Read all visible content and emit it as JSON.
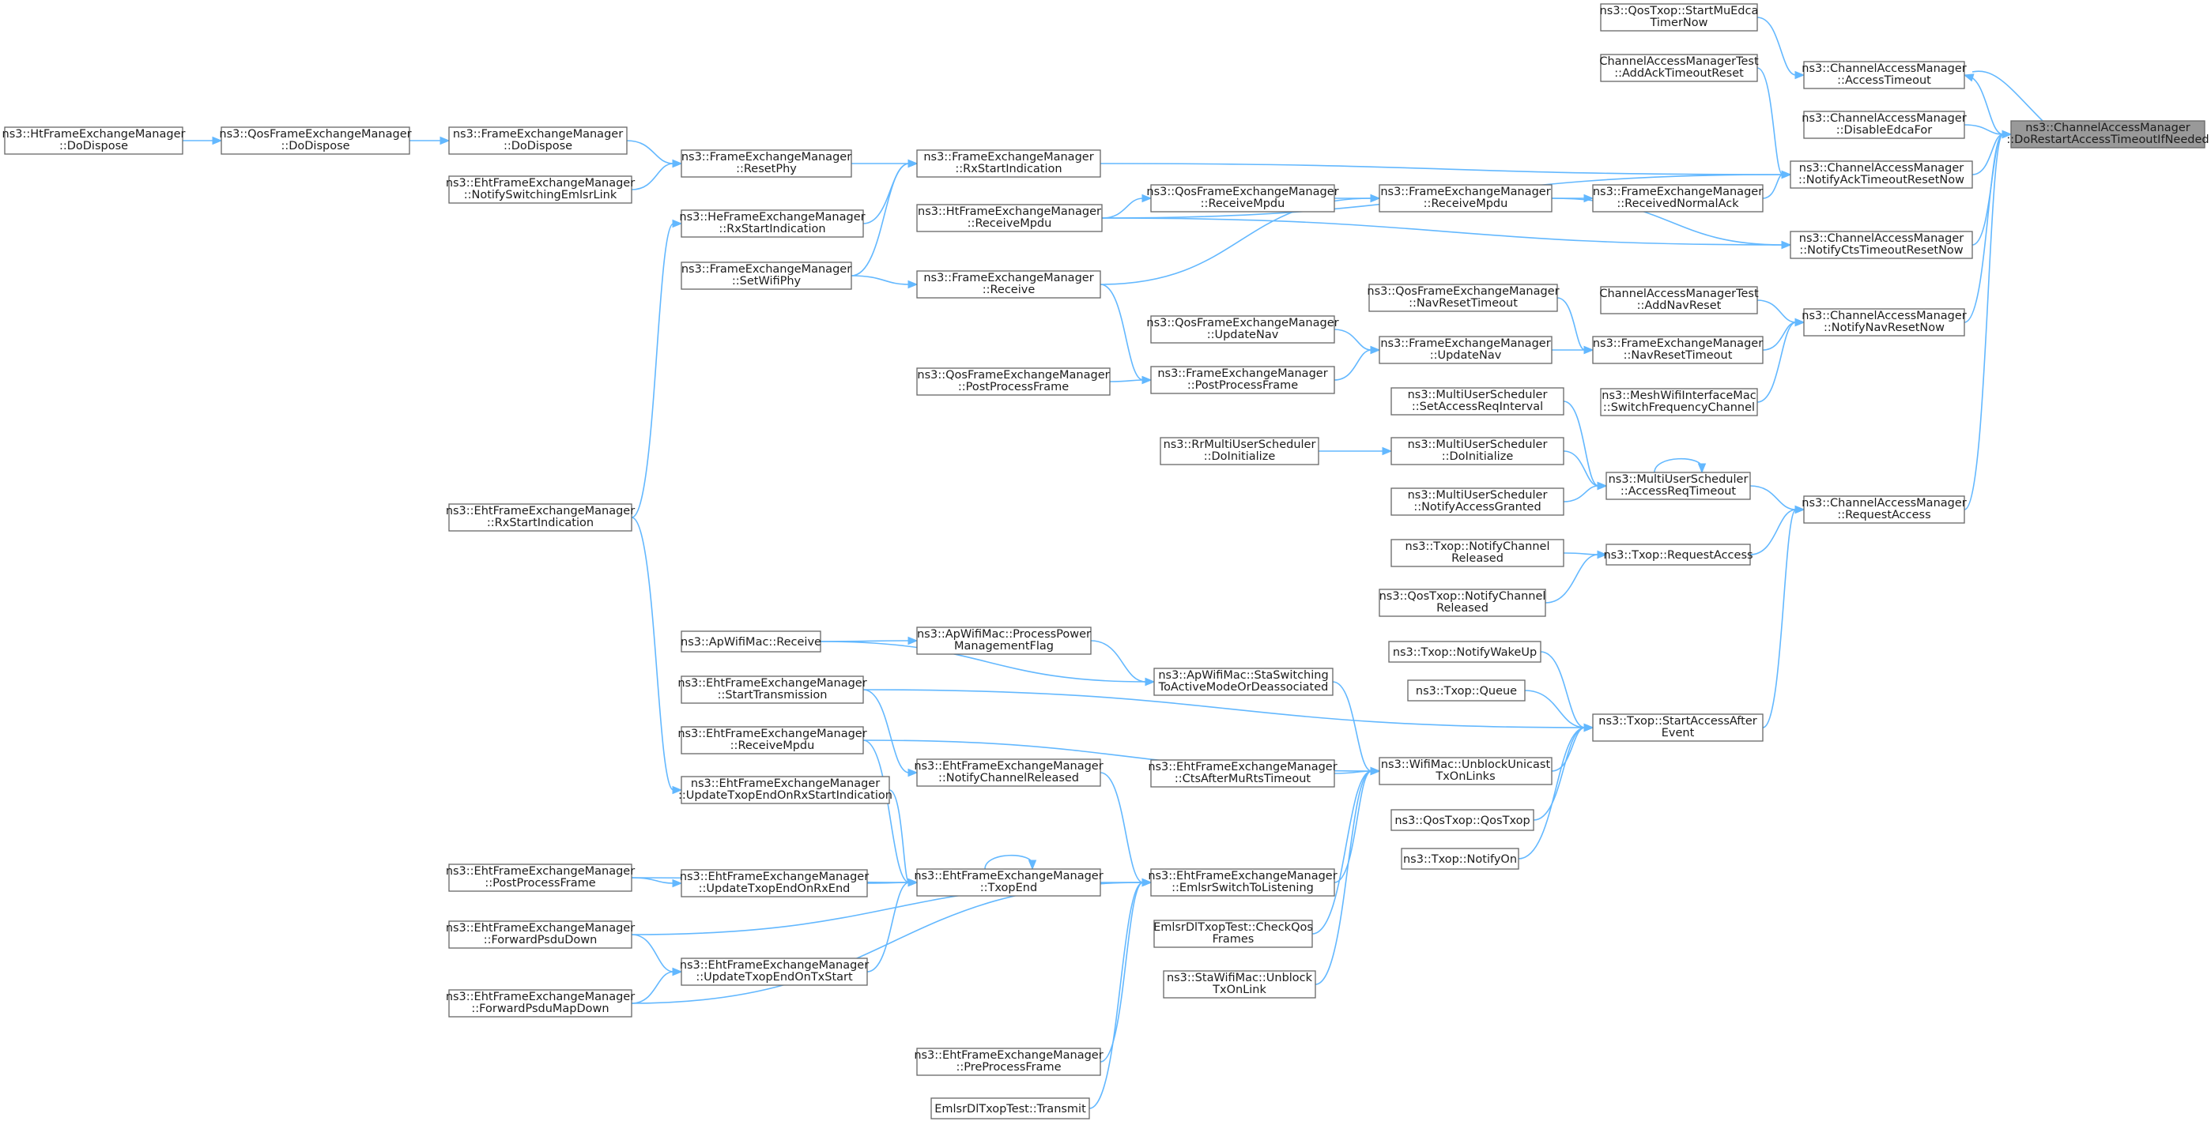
{
  "graph": {
    "type": "caller-graph",
    "colors": {
      "edge": "#63b8ff",
      "node_border": "#666666",
      "node_fill": "#ffffff",
      "focus_fill": "#999999",
      "text": "#1c1c1c"
    },
    "nodes": [
      {
        "id": "root",
        "lines": [
          "ns3::ChannelAccessManager",
          "::DoRestartAccessTimeoutIfNeeded"
        ],
        "focus": true
      },
      {
        "id": "mu_edca",
        "lines": [
          "ns3::QosTxop::StartMuEdca",
          "TimerNow"
        ]
      },
      {
        "id": "acc_timeout",
        "lines": [
          "ns3::ChannelAccessManager",
          "::AccessTimeout"
        ]
      },
      {
        "id": "add_ack",
        "lines": [
          "ChannelAccessManagerTest",
          "::AddAckTimeoutReset"
        ]
      },
      {
        "id": "disable_edca",
        "lines": [
          "ns3::ChannelAccessManager",
          "::DisableEdcaFor"
        ]
      },
      {
        "id": "notify_ack",
        "lines": [
          "ns3::ChannelAccessManager",
          "::NotifyAckTimeoutResetNow"
        ]
      },
      {
        "id": "cam_cts",
        "lines": [
          "ns3::ChannelAccessManager",
          "::NotifyCtsTimeoutResetNow"
        ]
      },
      {
        "id": "notify_nav",
        "lines": [
          "ns3::ChannelAccessManager",
          "::NotifyNavResetNow"
        ]
      },
      {
        "id": "cam_req",
        "lines": [
          "ns3::ChannelAccessManager",
          "::RequestAccess"
        ]
      },
      {
        "id": "fem_normal_ack",
        "lines": [
          "ns3::FrameExchangeManager",
          "::ReceivedNormalAck"
        ]
      },
      {
        "id": "fem_nav_reset",
        "lines": [
          "ns3::FrameExchangeManager",
          "::NavResetTimeout"
        ]
      },
      {
        "id": "test_addnav",
        "lines": [
          "ChannelAccessManagerTest",
          "::AddNavReset"
        ]
      },
      {
        "id": "mesh_switch",
        "lines": [
          "ns3::MeshWifiInterfaceMac",
          "::SwitchFrequencyChannel"
        ]
      },
      {
        "id": "mus_acc_req",
        "lines": [
          "ns3::MultiUserScheduler",
          "::AccessReqTimeout"
        ]
      },
      {
        "id": "txop_req",
        "lines": [
          "ns3::Txop::RequestAccess"
        ]
      },
      {
        "id": "txop_start",
        "lines": [
          "ns3::Txop::StartAccessAfter",
          "Event"
        ]
      },
      {
        "id": "fem_recvmpdu",
        "lines": [
          "ns3::FrameExchangeManager",
          "::ReceiveMpdu"
        ]
      },
      {
        "id": "qos_nav_reset",
        "lines": [
          "ns3::QosFrameExchangeManager",
          "::NavResetTimeout"
        ]
      },
      {
        "id": "fem_updatenav",
        "lines": [
          "ns3::FrameExchangeManager",
          "::UpdateNav"
        ]
      },
      {
        "id": "mus_set_interval",
        "lines": [
          "ns3::MultiUserScheduler",
          "::SetAccessReqInterval"
        ]
      },
      {
        "id": "mus_doinit",
        "lines": [
          "ns3::MultiUserScheduler",
          "::DoInitialize"
        ]
      },
      {
        "id": "mus_notify_granted",
        "lines": [
          "ns3::MultiUserScheduler",
          "::NotifyAccessGranted"
        ]
      },
      {
        "id": "txop_notify_chan",
        "lines": [
          "ns3::Txop::NotifyChannel",
          "Released"
        ]
      },
      {
        "id": "qostxop_notify_chan",
        "lines": [
          "ns3::QosTxop::NotifyChannel",
          "Released"
        ]
      },
      {
        "id": "txop_wake",
        "lines": [
          "ns3::Txop::NotifyWakeUp"
        ]
      },
      {
        "id": "txop_queue",
        "lines": [
          "ns3::Txop::Queue"
        ]
      },
      {
        "id": "wifimac_unblock",
        "lines": [
          "ns3::WifiMac::UnblockUnicast",
          "TxOnLinks"
        ]
      },
      {
        "id": "qostxop_ctor",
        "lines": [
          "ns3::QosTxop::QosTxop"
        ]
      },
      {
        "id": "txop_notifyon",
        "lines": [
          "ns3::Txop::NotifyOn"
        ]
      },
      {
        "id": "qos_recvmpdu",
        "lines": [
          "ns3::QosFrameExchangeManager",
          "::ReceiveMpdu"
        ]
      },
      {
        "id": "qos_updatenav",
        "lines": [
          "ns3::QosFrameExchangeManager",
          "::UpdateNav"
        ]
      },
      {
        "id": "fem_postproc",
        "lines": [
          "ns3::FrameExchangeManager",
          "::PostProcessFrame"
        ]
      },
      {
        "id": "rr_doinit",
        "lines": [
          "ns3::RrMultiUserScheduler",
          "::DoInitialize"
        ]
      },
      {
        "id": "ap_sta_switch",
        "lines": [
          "ns3::ApWifiMac::StaSwitching",
          "ToActiveModeOrDeassociated"
        ]
      },
      {
        "id": "eht_cts_after",
        "lines": [
          "ns3::EhtFrameExchangeManager",
          "::CtsAfterMuRtsTimeout"
        ]
      },
      {
        "id": "eht_emlsr",
        "lines": [
          "ns3::EhtFrameExchangeManager",
          "::EmlsrSwitchToListening"
        ]
      },
      {
        "id": "emlsr_checkqos",
        "lines": [
          "EmlsrDlTxopTest::CheckQos",
          "Frames"
        ]
      },
      {
        "id": "sta_unblock",
        "lines": [
          "ns3::StaWifiMac::Unblock",
          "TxOnLink"
        ]
      },
      {
        "id": "fem_rxstart",
        "lines": [
          "ns3::FrameExchangeManager",
          "::RxStartIndication"
        ]
      },
      {
        "id": "ht_recvmpdu",
        "lines": [
          "ns3::HtFrameExchangeManager",
          "::ReceiveMpdu"
        ]
      },
      {
        "id": "fem_receive",
        "lines": [
          "ns3::FrameExchangeManager",
          "::Receive"
        ]
      },
      {
        "id": "qos_postproc",
        "lines": [
          "ns3::QosFrameExchangeManager",
          "::PostProcessFrame"
        ]
      },
      {
        "id": "ap_process_pm",
        "lines": [
          "ns3::ApWifiMac::ProcessPower",
          "ManagementFlag"
        ]
      },
      {
        "id": "eht_notify_chrel",
        "lines": [
          "ns3::EhtFrameExchangeManager",
          "::NotifyChannelReleased"
        ]
      },
      {
        "id": "eht_txopend",
        "lines": [
          "ns3::EhtFrameExchangeManager",
          "::TxopEnd"
        ]
      },
      {
        "id": "eht_preproc",
        "lines": [
          "ns3::EhtFrameExchangeManager",
          "::PreProcessFrame"
        ]
      },
      {
        "id": "emlsr_transmit",
        "lines": [
          "EmlsrDlTxopTest::Transmit"
        ]
      },
      {
        "id": "fem_resetphy",
        "lines": [
          "ns3::FrameExchangeManager",
          "::ResetPhy"
        ]
      },
      {
        "id": "he_rxstart",
        "lines": [
          "ns3::HeFrameExchangeManager",
          "::RxStartIndication"
        ]
      },
      {
        "id": "fem_setwifiphy",
        "lines": [
          "ns3::FrameExchangeManager",
          "::SetWifiPhy"
        ]
      },
      {
        "id": "ap_receive",
        "lines": [
          "ns3::ApWifiMac::Receive"
        ]
      },
      {
        "id": "eht_start_tx",
        "lines": [
          "ns3::EhtFrameExchangeManager",
          "::StartTransmission"
        ]
      },
      {
        "id": "eht_recvmpdu",
        "lines": [
          "ns3::EhtFrameExchangeManager",
          "::ReceiveMpdu"
        ]
      },
      {
        "id": "eht_upd_rxstart",
        "lines": [
          "ns3::EhtFrameExchangeManager",
          "::UpdateTxopEndOnRxStartIndication"
        ]
      },
      {
        "id": "eht_upd_rxend",
        "lines": [
          "ns3::EhtFrameExchangeManager",
          "::UpdateTxopEndOnRxEnd"
        ]
      },
      {
        "id": "eht_upd_txstart",
        "lines": [
          "ns3::EhtFrameExchangeManager",
          "::UpdateTxopEndOnTxStart"
        ]
      },
      {
        "id": "fem_dodispose",
        "lines": [
          "ns3::FrameExchangeManager",
          "::DoDispose"
        ]
      },
      {
        "id": "eht_notify_emlsr",
        "lines": [
          "ns3::EhtFrameExchangeManager",
          "::NotifySwitchingEmlsrLink"
        ]
      },
      {
        "id": "eht_rxstart",
        "lines": [
          "ns3::EhtFrameExchangeManager",
          "::RxStartIndication"
        ]
      },
      {
        "id": "eht_postproc",
        "lines": [
          "ns3::EhtFrameExchangeManager",
          "::PostProcessFrame"
        ]
      },
      {
        "id": "eht_fwd_down",
        "lines": [
          "ns3::EhtFrameExchangeManager",
          "::ForwardPsduDown"
        ]
      },
      {
        "id": "eht_fwd_map",
        "lines": [
          "ns3::EhtFrameExchangeManager",
          "::ForwardPsduMapDown"
        ]
      },
      {
        "id": "qos_dodispose",
        "lines": [
          "ns3::QosFrameExchangeManager",
          "::DoDispose"
        ]
      },
      {
        "id": "ht_dodispose",
        "lines": [
          "ns3::HtFrameExchangeManager",
          "::DoDispose"
        ]
      }
    ],
    "edges": [
      [
        "mu_edca",
        "acc_timeout"
      ],
      [
        "acc_timeout",
        "root"
      ],
      [
        "root",
        "acc_timeout"
      ],
      [
        "disable_edca",
        "root"
      ],
      [
        "notify_ack",
        "root"
      ],
      [
        "cam_cts",
        "root"
      ],
      [
        "notify_nav",
        "root"
      ],
      [
        "cam_req",
        "root"
      ],
      [
        "add_ack",
        "notify_ack"
      ],
      [
        "fem_normal_ack",
        "notify_ack"
      ],
      [
        "fem_rxstart",
        "notify_ack"
      ],
      [
        "ht_recvmpdu",
        "notify_ack"
      ],
      [
        "fem_recvmpdu",
        "fem_normal_ack"
      ],
      [
        "qos_recvmpdu",
        "fem_recvmpdu"
      ],
      [
        "ht_recvmpdu",
        "qos_recvmpdu"
      ],
      [
        "fem_recvmpdu",
        "cam_cts"
      ],
      [
        "ht_recvmpdu",
        "cam_cts"
      ],
      [
        "fem_receive",
        "fem_recvmpdu"
      ],
      [
        "fem_setwifiphy",
        "fem_receive"
      ],
      [
        "fem_receive",
        "fem_postproc"
      ],
      [
        "test_addnav",
        "notify_nav"
      ],
      [
        "fem_nav_reset",
        "notify_nav"
      ],
      [
        "mesh_switch",
        "notify_nav"
      ],
      [
        "qos_nav_reset",
        "fem_nav_reset"
      ],
      [
        "fem_updatenav",
        "fem_nav_reset"
      ],
      [
        "qos_updatenav",
        "fem_updatenav"
      ],
      [
        "fem_postproc",
        "fem_updatenav"
      ],
      [
        "qos_postproc",
        "fem_postproc"
      ],
      [
        "mus_acc_req",
        "cam_req"
      ],
      [
        "txop_req",
        "cam_req"
      ],
      [
        "txop_start",
        "cam_req"
      ],
      [
        "mus_set_interval",
        "mus_acc_req"
      ],
      [
        "mus_doinit",
        "mus_acc_req"
      ],
      [
        "mus_notify_granted",
        "mus_acc_req"
      ],
      [
        "mus_acc_req",
        "mus_acc_req"
      ],
      [
        "rr_doinit",
        "mus_doinit"
      ],
      [
        "txop_notify_chan",
        "txop_req"
      ],
      [
        "qostxop_notify_chan",
        "txop_req"
      ],
      [
        "txop_wake",
        "txop_start"
      ],
      [
        "txop_queue",
        "txop_start"
      ],
      [
        "wifimac_unblock",
        "txop_start"
      ],
      [
        "qostxop_ctor",
        "txop_start"
      ],
      [
        "txop_notifyon",
        "txop_start"
      ],
      [
        "eht_start_tx",
        "txop_start"
      ],
      [
        "ap_sta_switch",
        "wifimac_unblock"
      ],
      [
        "eht_cts_after",
        "wifimac_unblock"
      ],
      [
        "eht_emlsr",
        "wifimac_unblock"
      ],
      [
        "emlsr_checkqos",
        "wifimac_unblock"
      ],
      [
        "sta_unblock",
        "wifimac_unblock"
      ],
      [
        "eht_recvmpdu",
        "wifimac_unblock"
      ],
      [
        "ap_receive",
        "ap_process_pm"
      ],
      [
        "ap_process_pm",
        "ap_sta_switch"
      ],
      [
        "ap_receive",
        "ap_sta_switch"
      ],
      [
        "eht_notify_chrel",
        "eht_emlsr"
      ],
      [
        "eht_txopend",
        "eht_emlsr"
      ],
      [
        "eht_fwd_down",
        "eht_emlsr"
      ],
      [
        "eht_fwd_map",
        "eht_emlsr"
      ],
      [
        "eht_preproc",
        "eht_emlsr"
      ],
      [
        "emlsr_transmit",
        "eht_emlsr"
      ],
      [
        "eht_start_tx",
        "eht_notify_chrel"
      ],
      [
        "eht_upd_rxstart",
        "eht_txopend"
      ],
      [
        "eht_upd_rxend",
        "eht_txopend"
      ],
      [
        "eht_upd_txstart",
        "eht_txopend"
      ],
      [
        "eht_recvmpdu",
        "eht_txopend"
      ],
      [
        "eht_postproc",
        "eht_txopend"
      ],
      [
        "eht_txopend",
        "eht_txopend"
      ],
      [
        "eht_postproc",
        "eht_upd_rxend"
      ],
      [
        "eht_fwd_down",
        "eht_upd_txstart"
      ],
      [
        "eht_fwd_map",
        "eht_upd_txstart"
      ],
      [
        "eht_rxstart",
        "eht_upd_rxstart"
      ],
      [
        "eht_rxstart",
        "he_rxstart"
      ],
      [
        "fem_resetphy",
        "fem_rxstart"
      ],
      [
        "he_rxstart",
        "fem_rxstart"
      ],
      [
        "fem_setwifiphy",
        "fem_rxstart"
      ],
      [
        "fem_dodispose",
        "fem_resetphy"
      ],
      [
        "eht_notify_emlsr",
        "fem_resetphy"
      ],
      [
        "qos_dodispose",
        "fem_dodispose"
      ],
      [
        "ht_dodispose",
        "qos_dodispose"
      ]
    ]
  }
}
